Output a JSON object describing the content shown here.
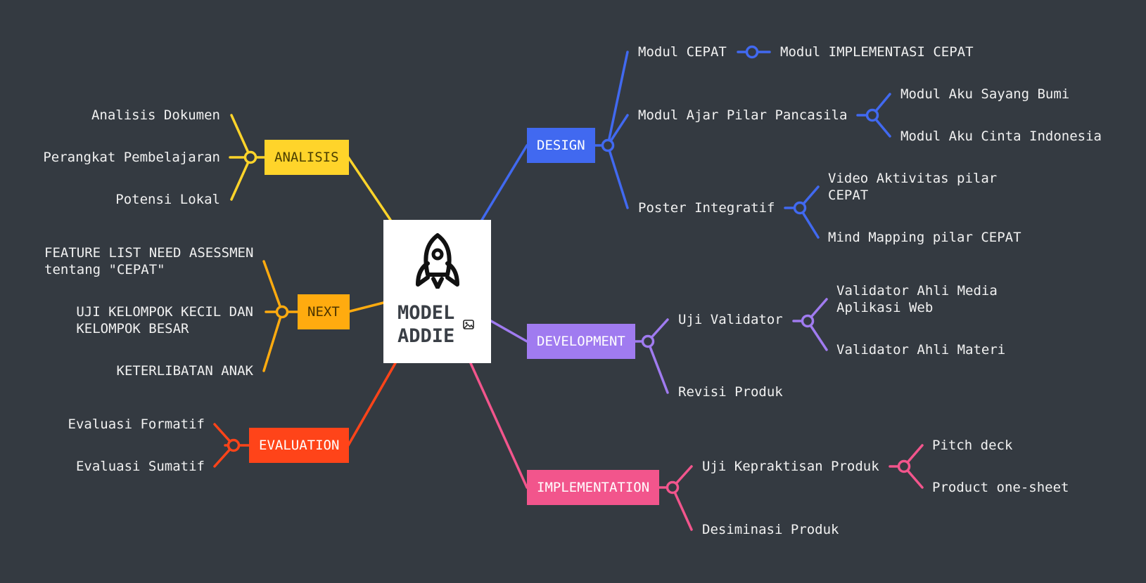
{
  "colors": {
    "background": "#343a41",
    "analisis": "#ffd42a",
    "next": "#ffab0f",
    "evaluation": "#ff4419",
    "design": "#4169f0",
    "development": "#a07bf0",
    "implementation": "#f2558c"
  },
  "center": {
    "title": "MODEL\nADDIE",
    "icon": "rocket-icon",
    "attachment_icon": "image-icon"
  },
  "topics": {
    "analisis": {
      "label": "ANALISIS",
      "children": [
        "Analisis Dokumen",
        "Perangkat Pembelajaran",
        "Potensi Lokal"
      ]
    },
    "next": {
      "label": "NEXT",
      "children": [
        "FEATURE LIST NEED ASESSMEN\ntentang \"CEPAT\"",
        "UJI KELOMPOK KECIL DAN\nKELOMPOK BESAR",
        "KETERLIBATAN ANAK"
      ]
    },
    "evaluation": {
      "label": "EVALUATION",
      "children": [
        "Evaluasi Formatif",
        "Evaluasi Sumatif"
      ]
    },
    "design": {
      "label": "DESIGN",
      "children": [
        {
          "label": "Modul CEPAT",
          "children": [
            "Modul IMPLEMENTASI CEPAT"
          ]
        },
        {
          "label": "Modul Ajar Pilar Pancasila",
          "children": [
            "Modul Aku Sayang Bumi",
            "Modul Aku Cinta Indonesia"
          ]
        },
        {
          "label": "Poster Integratif",
          "children": [
            "Video Aktivitas pilar\nCEPAT",
            "Mind Mapping pilar CEPAT"
          ]
        }
      ]
    },
    "development": {
      "label": "DEVELOPMENT",
      "children": [
        {
          "label": "Uji Validator",
          "children": [
            "Validator Ahli Media\nAplikasi Web",
            "Validator Ahli Materi"
          ]
        },
        {
          "label": "Revisi Produk",
          "children": []
        }
      ]
    },
    "implementation": {
      "label": "IMPLEMENTATION",
      "children": [
        {
          "label": "Uji Kepraktisan Produk",
          "children": [
            "Pitch deck",
            "Product one-sheet"
          ]
        },
        {
          "label": "Desiminasi Produk",
          "children": []
        }
      ]
    }
  }
}
